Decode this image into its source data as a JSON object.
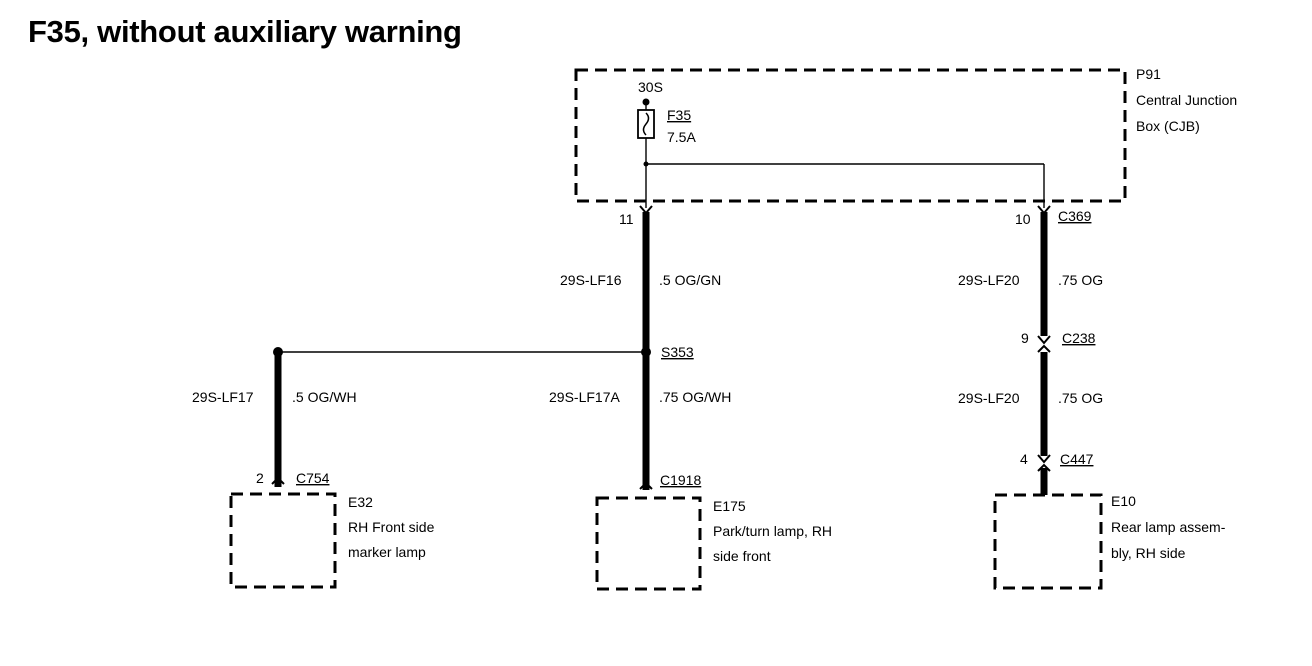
{
  "title": "F35, without auxiliary warning",
  "cjb": {
    "id": "P91",
    "name_line1": "Central Junction",
    "name_line2": "Box (CJB)"
  },
  "fuse": {
    "circuit": "30S",
    "id": "F35",
    "rating": "7.5A"
  },
  "connectors": {
    "c369": {
      "id": "C369",
      "pin_left": "11",
      "pin_right": "10"
    },
    "s353": {
      "id": "S353"
    },
    "c238": {
      "id": "C238",
      "pin": "9"
    },
    "c447": {
      "id": "C447",
      "pin": "4"
    },
    "c754": {
      "id": "C754",
      "pin": "2"
    },
    "c1918": {
      "id": "C1918"
    }
  },
  "wires": {
    "lf16": {
      "circuit": "29S-LF16",
      "spec": ".5 OG/GN"
    },
    "lf20a": {
      "circuit": "29S-LF20",
      "spec": ".75 OG"
    },
    "lf20b": {
      "circuit": "29S-LF20",
      "spec": ".75 OG"
    },
    "lf17": {
      "circuit": "29S-LF17",
      "spec": ".5 OG/WH"
    },
    "lf17a": {
      "circuit": "29S-LF17A",
      "spec": ".75 OG/WH"
    }
  },
  "components": {
    "e32": {
      "id": "E32",
      "line1": "RH Front side",
      "line2": "marker lamp"
    },
    "e175": {
      "id": "E175",
      "line1": "Park/turn lamp, RH",
      "line2": "side front"
    },
    "e10": {
      "id": "E10",
      "line1": "Rear lamp assem-",
      "line2": "bly, RH side"
    }
  }
}
